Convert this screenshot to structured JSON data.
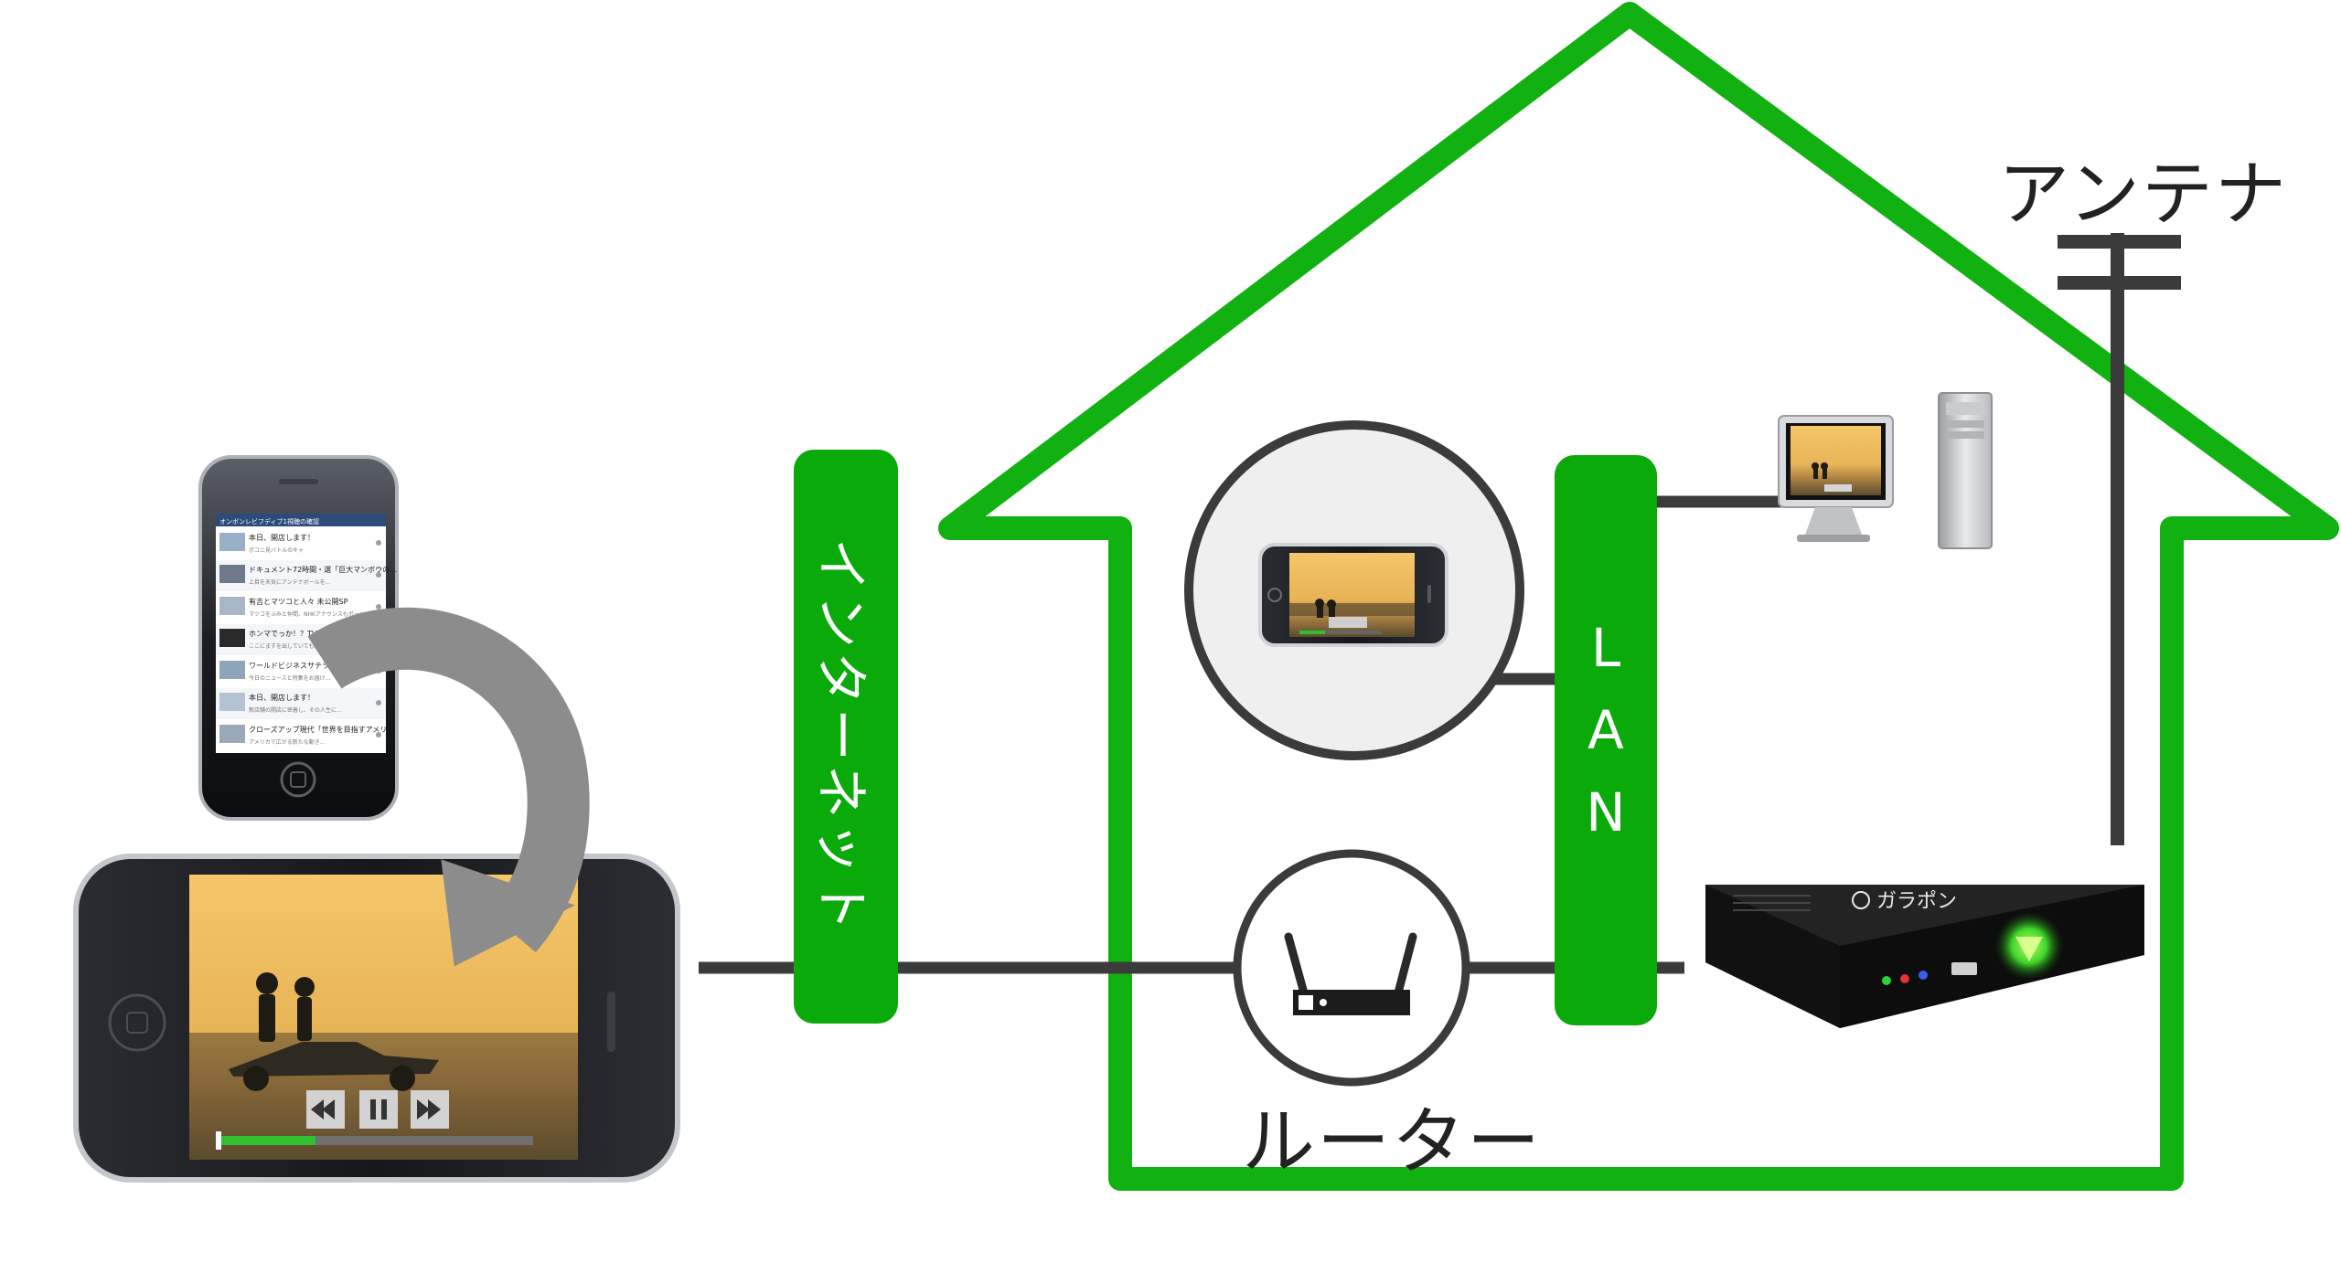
{
  "labels": {
    "antenna": "アンテナ",
    "router": "ルーター",
    "internet": "インターネット",
    "lan": "LAN"
  },
  "box_brand": "ガラポン",
  "phone_list": {
    "header": "オンボンレビフディブ1視聴の確認",
    "items": [
      {
        "title": "本日、開店します！",
        "sub": "ポコニ見バトルのキャ"
      },
      {
        "title": "ドキュメント72時間・選「巨大マンボウの…",
        "sub": "上目を天気にアンテナボールを…"
      },
      {
        "title": "有吉とマツコと人々 未公開SP",
        "sub": "マツコをふみと仲間、NHKアナウンスもポール…"
      },
      {
        "title": "ホンマでっか！？TV",
        "sub": "ここにますを出していても…"
      },
      {
        "title": "ワールドビジネスサテライト",
        "sub": "今日のニュースと特集をお届け…"
      },
      {
        "title": "本日、開店します！",
        "sub": "新店舗の開店に密着し、その人生に…"
      },
      {
        "title": "クローズアップ現代「世界を目指すアメリ…",
        "sub": "アメリカで広がる新たな動き…"
      }
    ]
  },
  "colors": {
    "house_green": "#11b111",
    "pill_green": "#0aaa0a",
    "cable": "#3b3b3b",
    "arrow_gray": "#8c8c8c"
  },
  "icons": [
    "antenna-icon",
    "desktop-computer-icon",
    "smartphone-portrait-icon",
    "smartphone-landscape-icon",
    "rotate-arrow-icon",
    "router-icon",
    "recorder-box-icon"
  ]
}
